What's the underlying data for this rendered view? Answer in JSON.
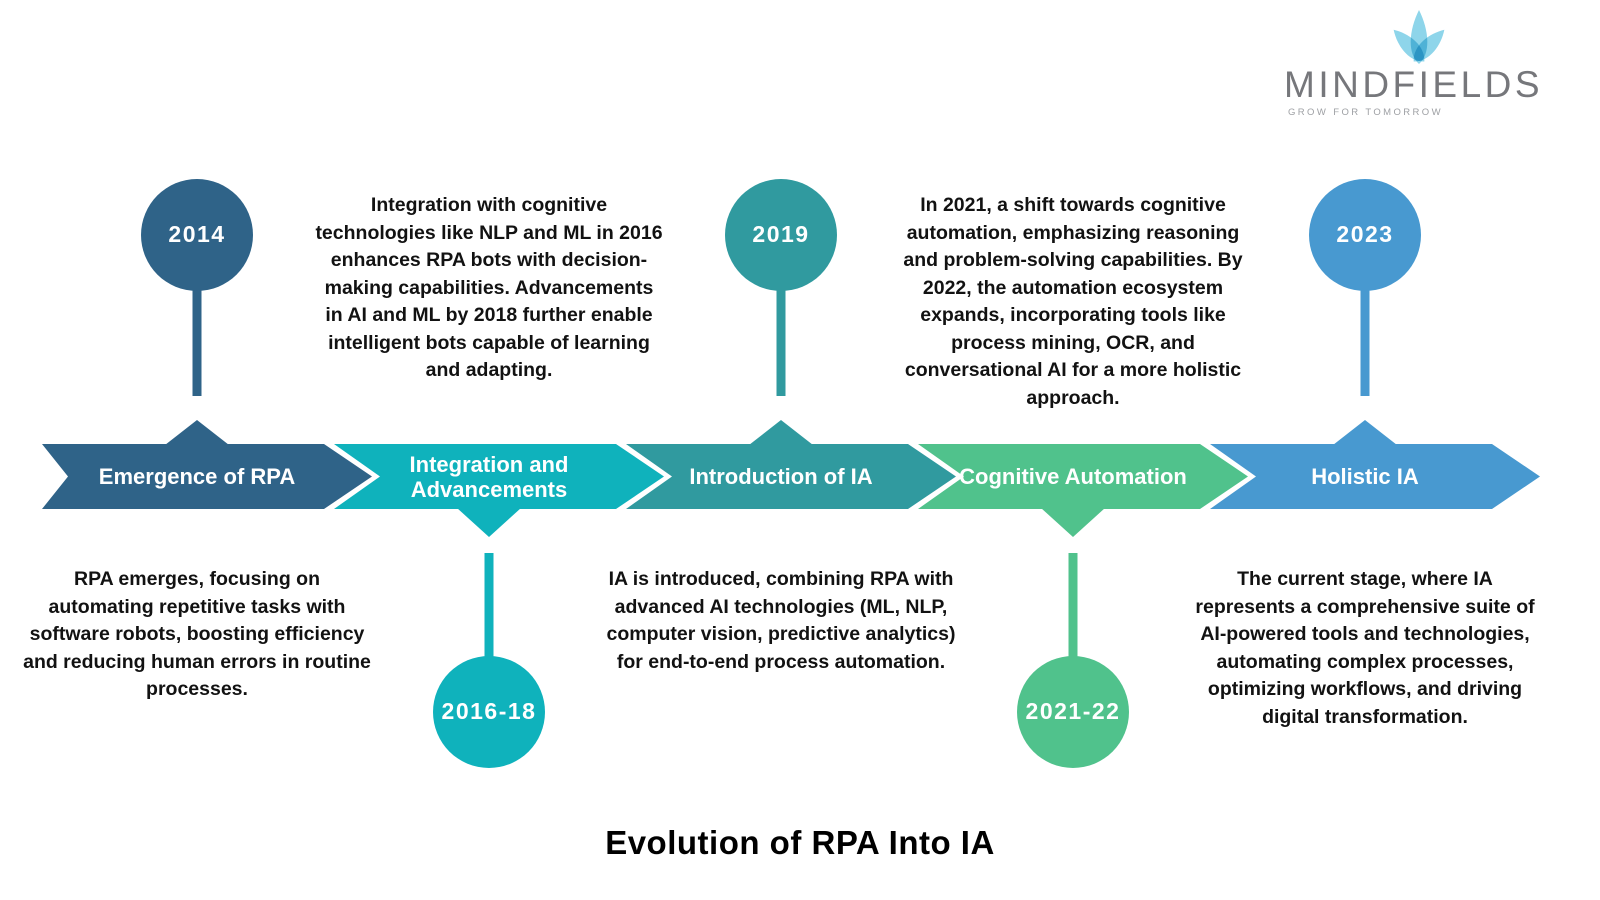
{
  "logo": {
    "brand": "MINDFIELDS",
    "tagline": "GROW FOR TOMORROW",
    "lotus_color": "#8ED5EA",
    "brand_text_color": "#76777B"
  },
  "title": "Evolution of RPA Into IA",
  "stages": [
    {
      "year": "2014",
      "label": "Emergence of RPA",
      "color": "#2F6388",
      "description_position": "below",
      "description": "RPA emerges, focusing on automating repetitive tasks with software robots, boosting efficiency and reducing human errors in routine processes."
    },
    {
      "year": "2016-18",
      "label": "Integration and Advancements",
      "color": "#0FB2BC",
      "description_position": "above",
      "description": "Integration with cognitive technologies like NLP and ML in 2016 enhances RPA bots with decision-making capabilities. Advancements in AI and ML by 2018 further enable intelligent bots capable of learning and adapting."
    },
    {
      "year": "2019",
      "label": "Introduction of IA",
      "color": "#309A9F",
      "description_position": "below",
      "description": "IA is introduced, combining RPA with advanced AI technologies (ML, NLP, computer vision, predictive analytics) for end-to-end process automation."
    },
    {
      "year": "2021-22",
      "label": "Cognitive Automation",
      "color": "#50C28C",
      "description_position": "above",
      "description": "In 2021, a shift towards cognitive automation, emphasizing reasoning and problem-solving capabilities. By 2022, the automation ecosystem expands, incorporating tools like process mining, OCR, and conversational AI for a more holistic approach."
    },
    {
      "year": "2023",
      "label": "Holistic IA",
      "color": "#4899D0",
      "description_position": "below",
      "description": "The current stage, where IA represents a comprehensive suite of AI-powered tools and technologies, automating complex processes, optimizing workflows, and driving digital transformation."
    }
  ]
}
